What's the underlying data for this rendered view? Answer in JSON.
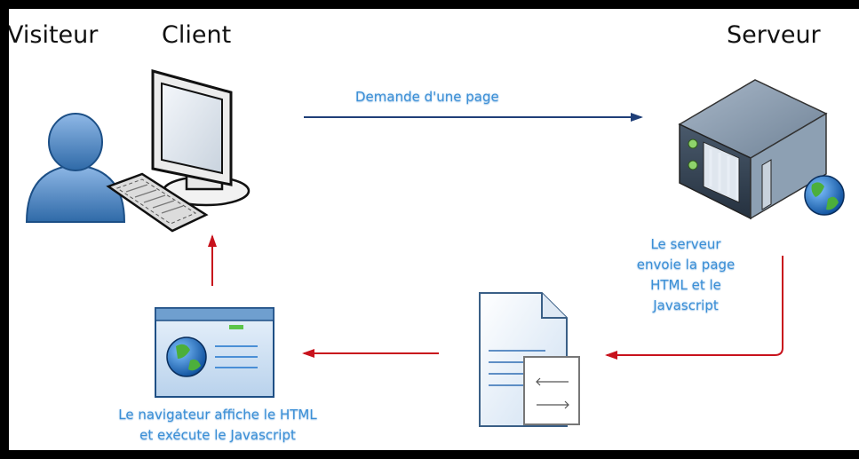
{
  "headings": {
    "visitor": "Visiteur",
    "client": "Client",
    "server": "Serveur"
  },
  "captions": {
    "request": "Demande d'une page",
    "server_sends": [
      "Le serveur",
      "envoie la page",
      "HTML et le",
      "Javascript"
    ],
    "browser": [
      "Le navigateur affiche le HTML",
      "et exécute le Javascript"
    ]
  },
  "colors": {
    "frame": "#000000",
    "request_arrow": "#1f3f78",
    "response_arrow": "#c8121c",
    "caption": "#3b8fd6"
  },
  "icons": [
    "user-icon",
    "monitor-icon",
    "keyboard-icon",
    "server-icon",
    "globe-icon",
    "document-icon",
    "browser-window-icon"
  ]
}
